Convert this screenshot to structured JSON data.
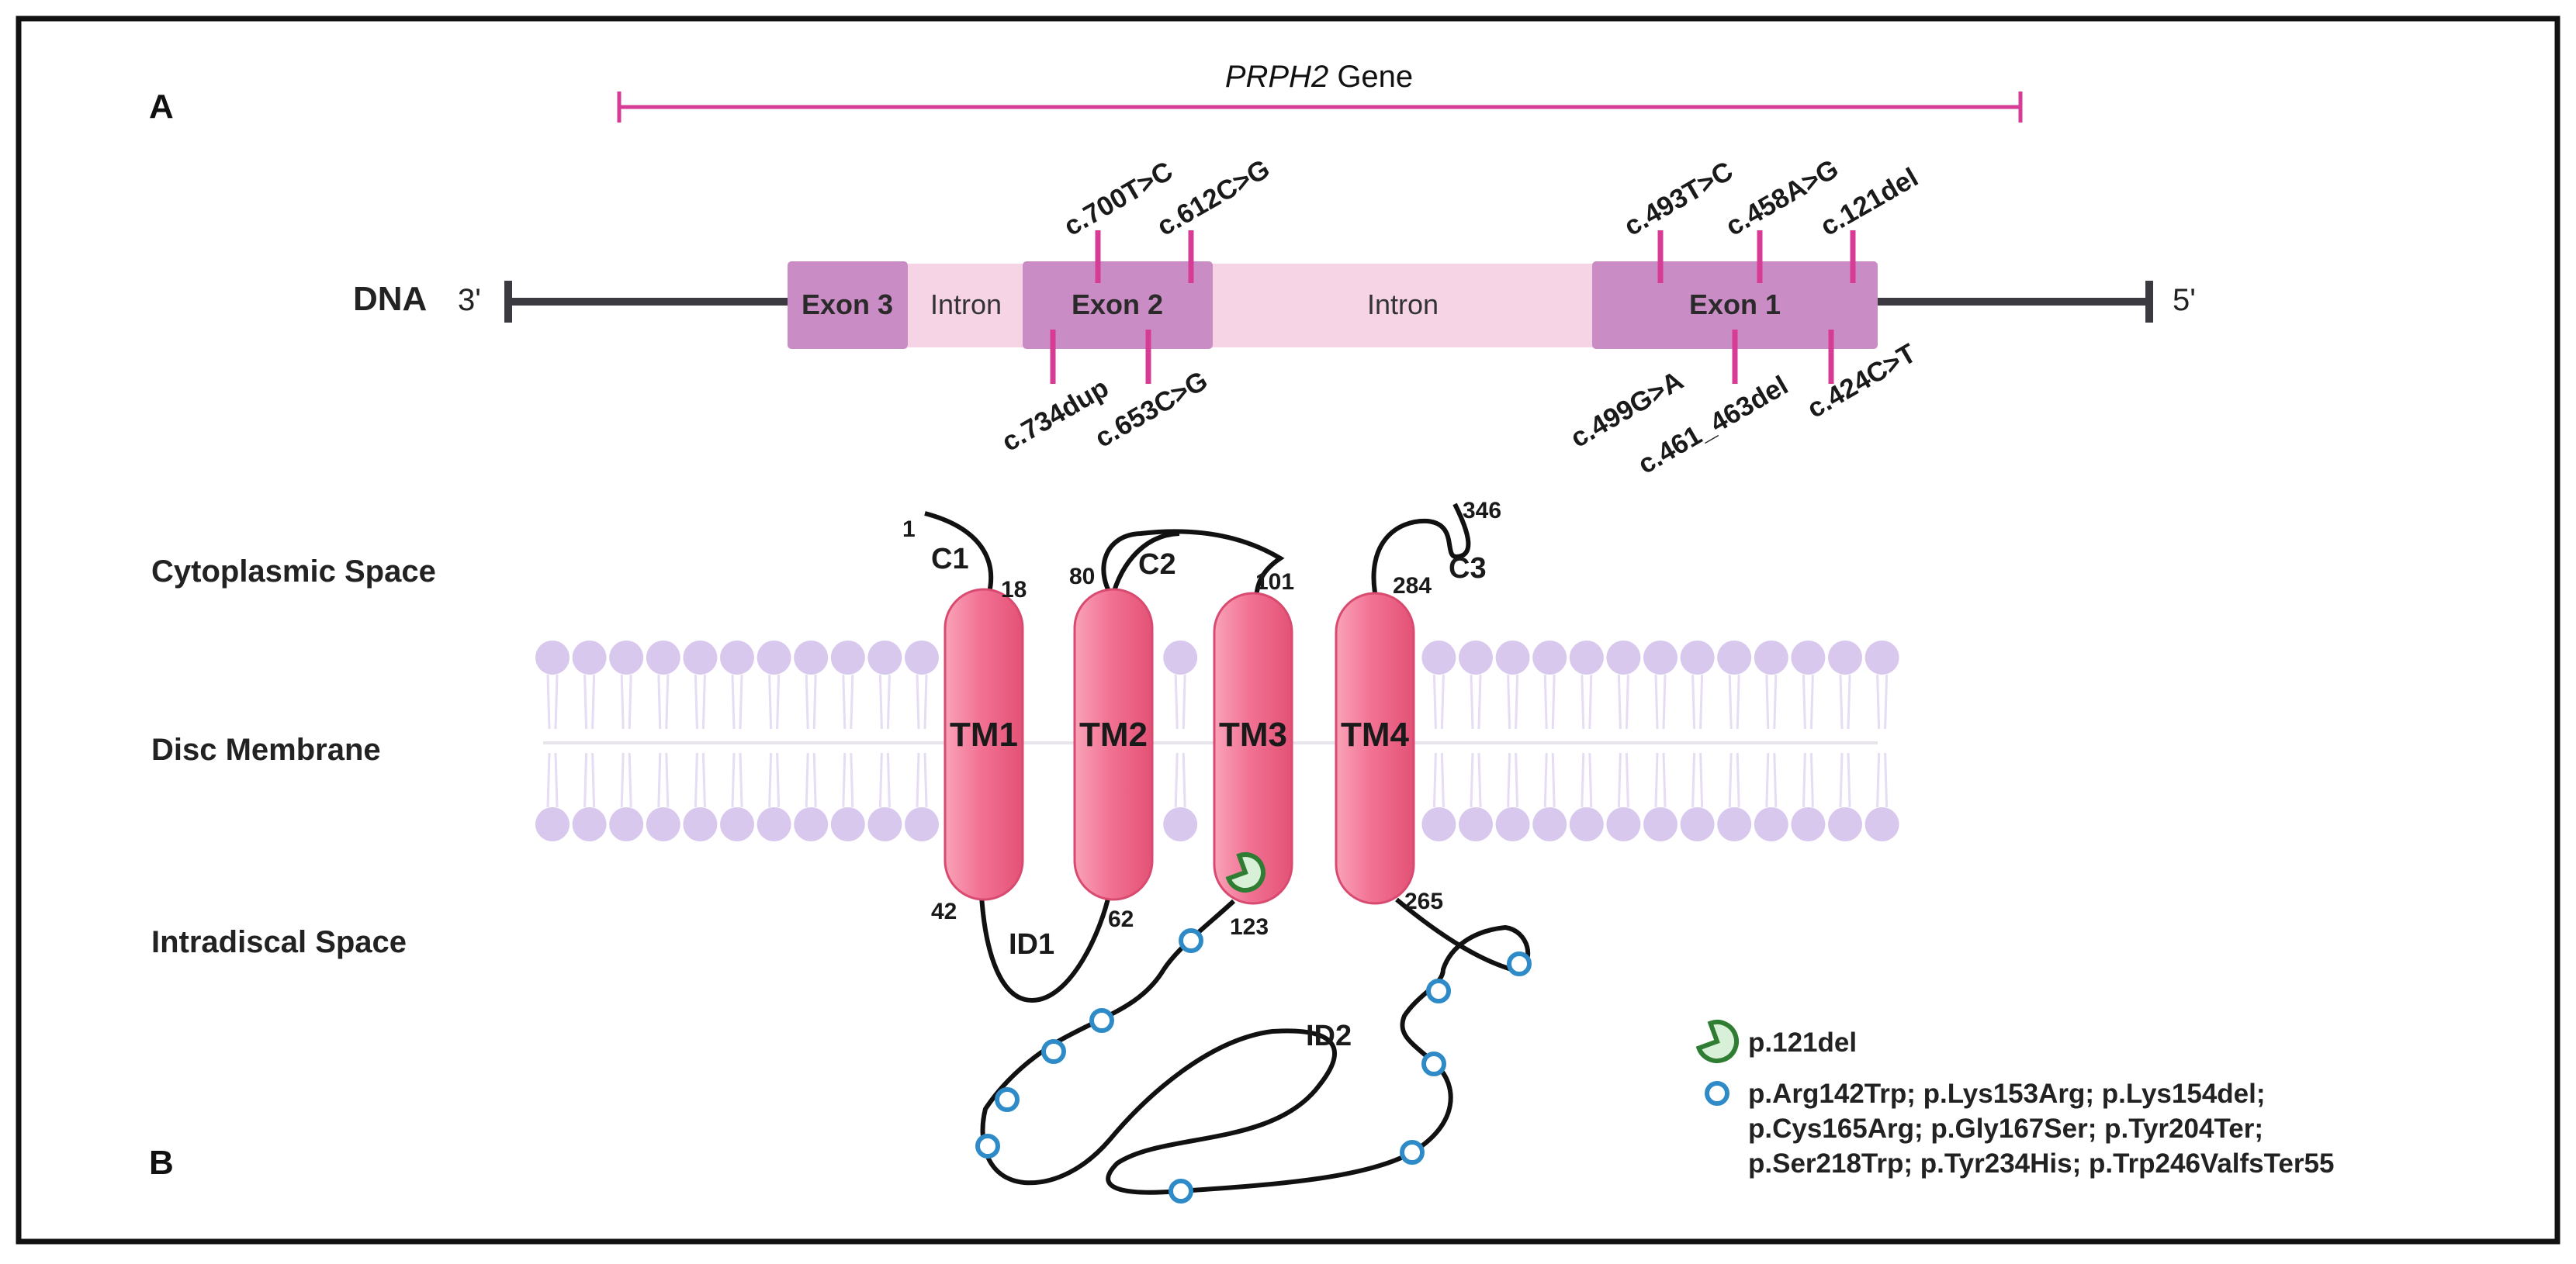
{
  "panel_labels": {
    "a": "A",
    "b": "B"
  },
  "gene": {
    "name_italic": "PRPH2",
    "name_suffix": " Gene"
  },
  "dna": {
    "label": "DNA",
    "left_end": "3'",
    "right_end": "5'",
    "segments": {
      "exon3": "Exon 3",
      "intron_small": "Intron",
      "exon2": "Exon 2",
      "intron_large": "Intron",
      "exon1": "Exon 1"
    },
    "mutations_above": [
      "c.700T>C",
      "c.612C>G",
      "c.493T>C",
      "c.458A>G",
      "c.121del"
    ],
    "mutations_below": [
      "c.734dup",
      "c.653C>G",
      "c.499G>A",
      "c.461_463del",
      "c.424C>T"
    ]
  },
  "regions": {
    "cytoplasmic": "Cytoplasmic Space",
    "membrane": "Disc Membrane",
    "intradiscal": "Intradiscal Space"
  },
  "protein": {
    "tm": [
      "TM1",
      "TM2",
      "TM3",
      "TM4"
    ],
    "loops": {
      "c1": "C1",
      "c2": "C2",
      "c3": "C3",
      "id1": "ID1",
      "id2": "ID2"
    },
    "residues": {
      "r1": "1",
      "r18": "18",
      "r80": "80",
      "r101": "101",
      "r284": "284",
      "r346": "346",
      "r42": "42",
      "r62": "62",
      "r123": "123",
      "r265": "265"
    }
  },
  "legend": {
    "deletion": "p.121del",
    "missense_lines": [
      "p.Arg142Trp; p.Lys153Arg; p.Lys154del;",
      "p.Cys165Arg; p.Gly167Ser; p.Tyr204Ter;",
      "p.Ser218Trp; p.Tyr234His; p.Trp246ValfsTer55"
    ]
  },
  "colors": {
    "gene_line": "#d63c96",
    "exon": "#c98cc4",
    "intron": "#f6d3e5",
    "mutation_tick": "#d63c96",
    "tm_helix": "#f06e8e",
    "lipid_head": "#d9c8ee",
    "missense_marker": "#2e8bc8",
    "deletion_marker": "#2e7d32"
  }
}
